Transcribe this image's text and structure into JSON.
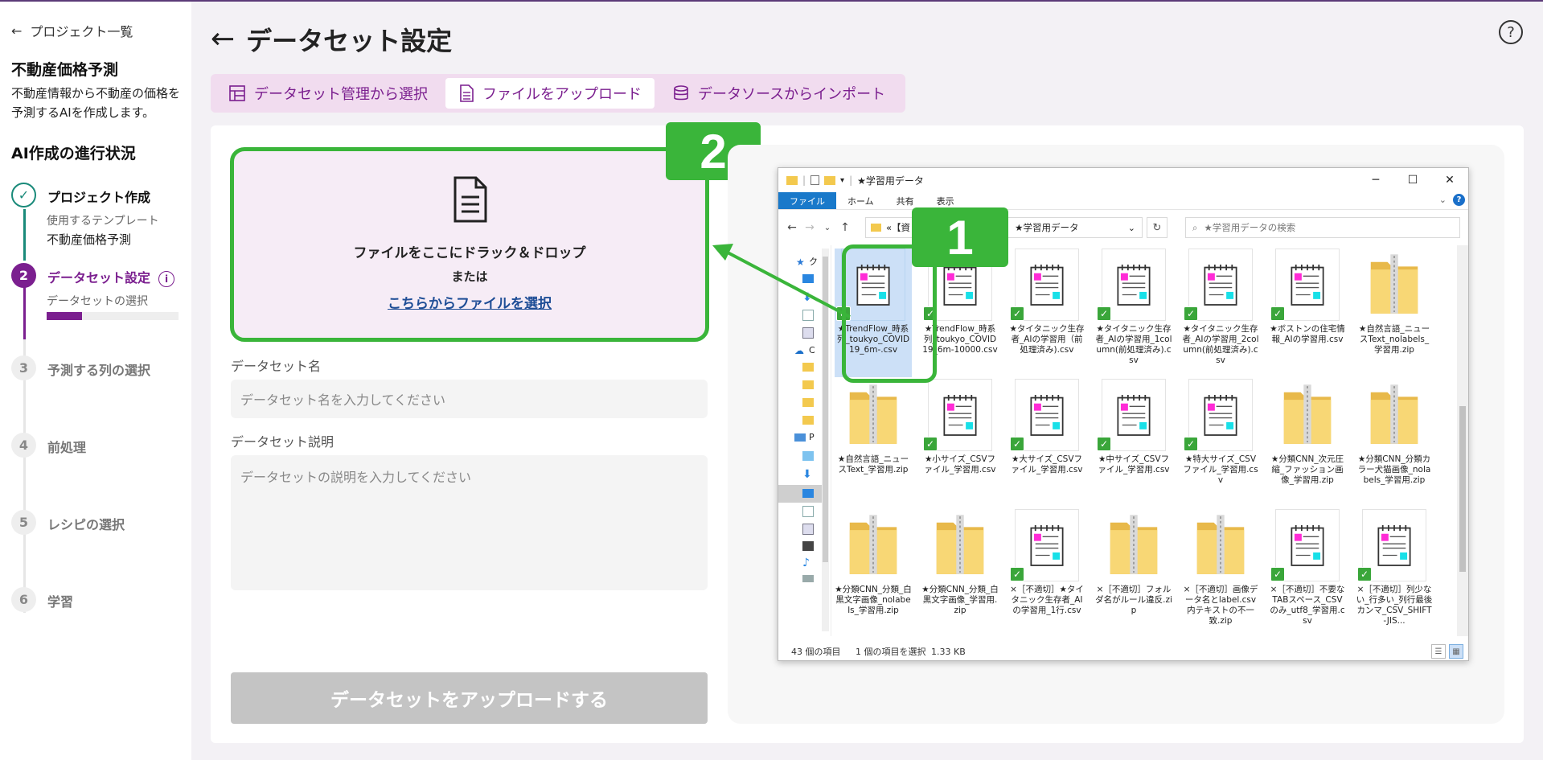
{
  "sidebar": {
    "back_label": "プロジェクト一覧",
    "project_title": "不動産価格予測",
    "project_description": "不動産情報から不動産の価格を予測するAIを作成します。",
    "progress_title": "AI作成の進行状況",
    "steps": [
      {
        "number": "✓",
        "label": "プロジェクト作成",
        "sub": "使用するテンプレート",
        "sub2": "不動産価格予測",
        "state": "done"
      },
      {
        "number": "2",
        "label": "データセット設定",
        "sub": "データセットの選択",
        "state": "active",
        "progress": 0.27
      },
      {
        "number": "3",
        "label": "予測する列の選択",
        "state": "todo"
      },
      {
        "number": "4",
        "label": "前処理",
        "state": "todo"
      },
      {
        "number": "5",
        "label": "レシピの選択",
        "state": "todo"
      },
      {
        "number": "6",
        "label": "学習",
        "state": "todo"
      }
    ]
  },
  "header": {
    "title": "データセット設定",
    "help": "?"
  },
  "tabs": [
    {
      "label": "データセット管理から選択",
      "icon": "dataset-grid-icon"
    },
    {
      "label": "ファイルをアップロード",
      "icon": "document-icon"
    },
    {
      "label": "データソースからインポート",
      "icon": "database-icon"
    }
  ],
  "dropzone": {
    "main_text": "ファイルをここにドラック＆ドロップ",
    "or_text": "または",
    "link_text": "こちらからファイルを選択"
  },
  "badges": {
    "one": "1",
    "two": "2"
  },
  "form": {
    "name_label": "データセット名",
    "name_placeholder": "データセット名を入力してください",
    "desc_label": "データセット説明",
    "desc_placeholder": "データセットの説明を入力してください",
    "submit_label": "データセットをアップロードする"
  },
  "explorer": {
    "title": "★学習用データ",
    "ribbon_tabs": [
      "ファイル",
      "ホーム",
      "共有",
      "表示"
    ],
    "address_prefix": "«【資",
    "address_ellipsis": "…",
    "address_sep": "›",
    "address_current": "★学習用データ",
    "search_placeholder": "★学習用データの検索",
    "nav_labels": {
      "quick": "ク",
      "onedrive": "C",
      "pc": "P"
    },
    "files": [
      {
        "name": "★TrendFlow_時系列_toukyo_COVID19_6m-.csv",
        "type": "notepad",
        "checked": true,
        "selected": true
      },
      {
        "name": "★TrendFlow_時系列_toukyo_COVID19_6m-10000.csv",
        "type": "notepad",
        "checked": true
      },
      {
        "name": "★タイタニック生存者_AIの学習用（前処理済み).csv",
        "type": "notepad",
        "checked": true
      },
      {
        "name": "★タイタニック生存者_AIの学習用_1column(前処理済み).csv",
        "type": "notepad",
        "checked": true
      },
      {
        "name": "★タイタニック生存者_AIの学習用_2column(前処理済み).csv",
        "type": "notepad",
        "checked": true
      },
      {
        "name": "★ボストンの住宅情報_AIの学習用.csv",
        "type": "notepad",
        "checked": true
      },
      {
        "name": "★自然言語_ニュースText_nolabels_学習用.zip",
        "type": "zip",
        "checked": false
      },
      {
        "name": "★自然言語_ニュースText_学習用.zip",
        "type": "zip",
        "checked": false
      },
      {
        "name": "★小サイズ_CSVファイル_学習用.csv",
        "type": "notepad",
        "checked": true
      },
      {
        "name": "★大サイズ_CSVファイル_学習用.csv",
        "type": "notepad",
        "checked": true
      },
      {
        "name": "★中サイズ_CSVファイル_学習用.csv",
        "type": "notepad",
        "checked": true
      },
      {
        "name": "★特大サイズ_CSVファイル_学習用.csv",
        "type": "notepad",
        "checked": true
      },
      {
        "name": "★分類CNN_次元圧縮_ファッション画像_学習用.zip",
        "type": "zip",
        "checked": false
      },
      {
        "name": "★分類CNN_分類カラー犬猫画像_nolabels_学習用.zip",
        "type": "zip",
        "checked": false
      },
      {
        "name": "★分類CNN_分類_白黒文字画像_nolabels_学習用.zip",
        "type": "zip",
        "checked": false
      },
      {
        "name": "★分類CNN_分類_白黒文字画像_学習用.zip",
        "type": "zip",
        "checked": false
      },
      {
        "name": "×［不適切］★タイタニック生存者_AIの学習用_1行.csv",
        "type": "notepad",
        "checked": true
      },
      {
        "name": "×［不適切］フォルダ名がルール違反.zip",
        "type": "zip",
        "checked": false
      },
      {
        "name": "×［不適切］画像データ名とlabel.csv内テキストの不一致.zip",
        "type": "zip",
        "checked": false
      },
      {
        "name": "×［不適切］不要なTABスペース_CSVのみ_utf8_学習用.csv",
        "type": "notepad",
        "checked": true
      },
      {
        "name": "×［不適切］列少ない_行多い_列行最後カンマ_CSV_SHIFT-JIS...",
        "type": "notepad",
        "checked": true
      }
    ],
    "status_count": "43 個の項目",
    "status_selected": "1 個の項目を選択",
    "status_size": "1.33 KB"
  },
  "colors": {
    "accent": "#7b1f8f",
    "highlight_green": "#3ab53a",
    "done_teal": "#1a8a7a"
  }
}
